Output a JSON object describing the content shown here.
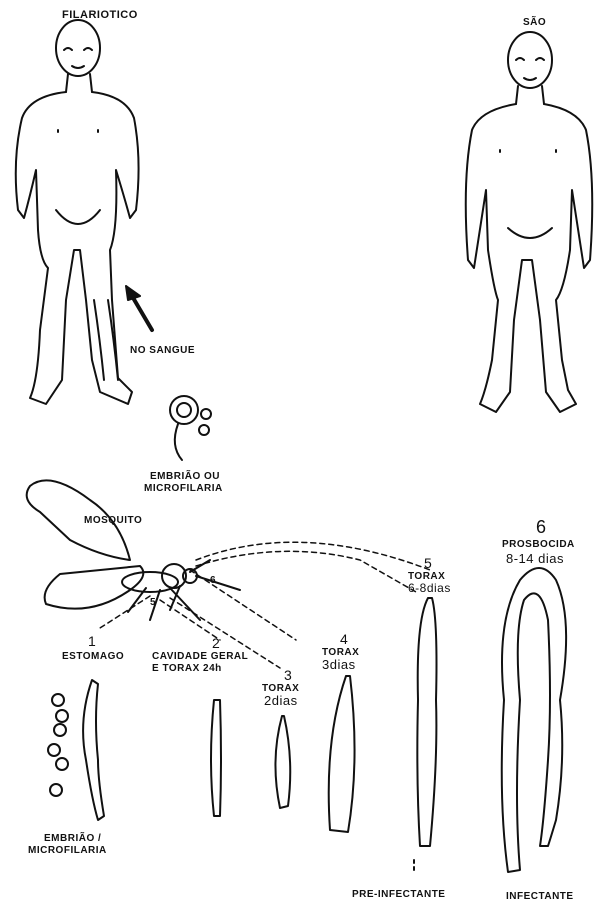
{
  "labels": {
    "filariotico": "FILARIOTICO",
    "sao": "SÃO",
    "no_sangue": "NO SANGUE",
    "embriao_ou": "EMBRIÃO OU",
    "microfilaria_top": "MICROFILARIA",
    "mosquito": "MOSQUITO",
    "stage1_num": "1",
    "stage1_text": "ESTOMAGO",
    "stage2_num": "2",
    "stage2_text_a": "CAVIDADE GERAL",
    "stage2_text_b": "E TORAX 24h",
    "stage3_num": "3",
    "stage3_text_a": "TORAX",
    "stage3_text_b": "2dias",
    "stage4_num": "4",
    "stage4_text_a": "TORAX",
    "stage4_text_b": "3dias",
    "stage5_num": "5",
    "stage5_text_a": "TORAX",
    "stage5_text_b": "6-8dias",
    "stage6_num": "6",
    "stage6_text_a": "PROSBOCIDA",
    "stage6_text_b": "8-14 dias",
    "embriao_bottom": "EMBRIÃO /",
    "microfilaria_bottom": "MICROFILARIA",
    "pre_infectante": "PRE-INFECTANTE",
    "infectante": "INFECTANTE",
    "mosquito_mark_5": "5",
    "mosquito_mark_6": "6"
  },
  "colors": {
    "ink": "#111111",
    "paper": "#ffffff"
  }
}
